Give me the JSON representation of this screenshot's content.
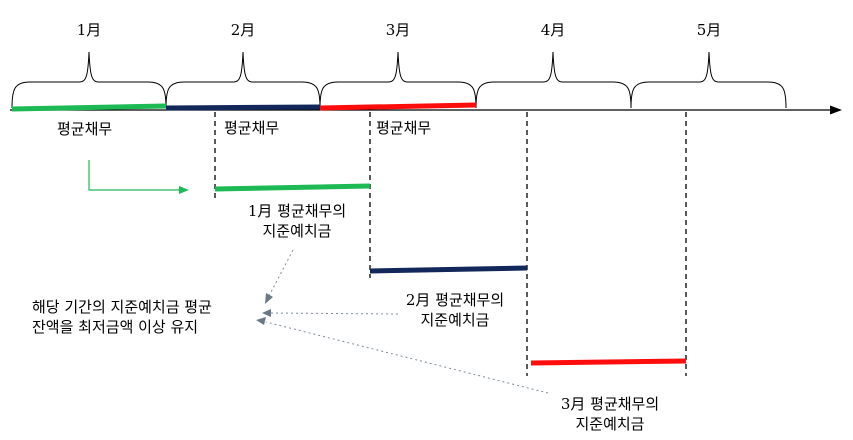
{
  "months": [
    "1月",
    "2月",
    "3月",
    "4月",
    "5月"
  ],
  "debt_labels": [
    "평균채무",
    "평균채무",
    "평균채무"
  ],
  "deposit_boxes": [
    {
      "line1": "1月 평균채무의",
      "line2": "지준예치금"
    },
    {
      "line1": "2月 평균채무의",
      "line2": "지준예치금"
    },
    {
      "line1": "3月 평균채무의",
      "line2": "지준예치금"
    }
  ],
  "maintain_note": {
    "line1": "해당 기간의 지준예치금 평균",
    "line2": "잔액을 최저금액 이상 유지"
  },
  "colors": {
    "green": "#1db954",
    "navy": "#13285a",
    "red": "#ff0d0d",
    "gray": "#7f8c9a"
  }
}
